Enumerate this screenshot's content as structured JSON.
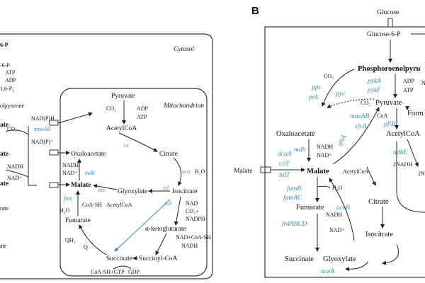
{
  "panel_b": {
    "label": "B"
  },
  "panel_a": {
    "cytosol_label": "Cytosol",
    "mitochondrion_label": "Mitochondrion",
    "partial_left": [
      "6-P",
      "-6-P",
      "ATP",
      "ADP",
      "1,6-P₂",
      "olpyruvate",
      "ate",
      "ate",
      "ate",
      "rate",
      "ate"
    ],
    "metabolites": {
      "pyruvate": "Pyruvate",
      "acetylcoa": "AcetylCoA",
      "oxaloacetate": "Oxaloacetate",
      "citrate": "Citrate",
      "malate": "Malate",
      "glyoxylate": "Glyoxylate",
      "isocitrate": "Isocitrate",
      "fumarate": "Fumarate",
      "akg": "α-ketoglutarate",
      "succinate": "Succinate",
      "succinylcoa": "Succinyl-CoA"
    },
    "cofactors": {
      "co2_a": "CO₂",
      "adp_a": "ADP",
      "atp_a": "ATP",
      "nadph_left": "NAD(P)H",
      "co2_left": "CO₂",
      "nadp_left": "NAD(P)⁺",
      "nadh_left": "NADH",
      "nad_left": "NAD⁺",
      "nadh_mdh": "NADH",
      "nad_mdh": "NAD⁺",
      "h2o_acn": "H₂O",
      "coa_sh": "CoA-SH",
      "acetylcoa_ms": "AcetylCoA",
      "h2o_fum": "H₂O",
      "nad_icd": "NAD",
      "co2_icd": "CO₂+",
      "nadph_icd": "NADPH",
      "nad_coa": "NAD+CoA-SH",
      "nadh_akg": "NADH",
      "qh2": "QH₂",
      "q": "Q",
      "gtp": "CoA-SH+GTP",
      "gdp": "GDP"
    },
    "enzymes": {
      "maeab": "maeAB",
      "cs": "cs",
      "mdh": "mdh",
      "acn": "acn",
      "ms": "ms",
      "icl": "icl",
      "icd": "icd",
      "fum": "fum"
    }
  },
  "panel_b_content": {
    "glucose": "Glucose",
    "g6p": "Glucose-6-P",
    "pep": "Phosphoroenolpyru",
    "co2_top": "CO₂",
    "adp": "ADP",
    "atp": "ATP",
    "na_partial": "N",
    "pyruvate": "Pyruvate",
    "co2_pyc": "CO₂",
    "form_partial": "Form",
    "coa": "CoA",
    "acetylcoa": "AcetylCoA",
    "oxaloacetate": "Oxaloacetate",
    "nadh1": "NADH",
    "nad1": "NAD⁺",
    "malate_ext": "Malate",
    "malate": "Malate",
    "acetylcoa2": "AcetylCoA",
    "two_nadh": "2NADH",
    "two_n_partial": "2N",
    "h2o": "H₂O",
    "fumarate": "Fumarate",
    "citrate": "Citrate",
    "nadh2": "NADH",
    "nad2": "NAD⁺",
    "isocitrate": "Isocitrate",
    "succinate": "Succinate",
    "glyoxylate": "Glyoxylate",
    "enzymes": {
      "ppc": "ppc",
      "pck": "pck",
      "pyc": "pyc",
      "pyka": "pykA",
      "pykf": "pykF",
      "maeab": "maeAB",
      "sfca": "sfcA",
      "pflb": "pflB",
      "glta": "gltA",
      "adhe": "adhE",
      "dcua": "dcuA",
      "citt": "citT",
      "ttdt": "ttdT",
      "mdh": "mdh",
      "fumb": "fumB",
      "fumac": "fumAC",
      "aceb": "aceB",
      "frdabcd": "frdABCD",
      "acea": "aceA"
    }
  }
}
